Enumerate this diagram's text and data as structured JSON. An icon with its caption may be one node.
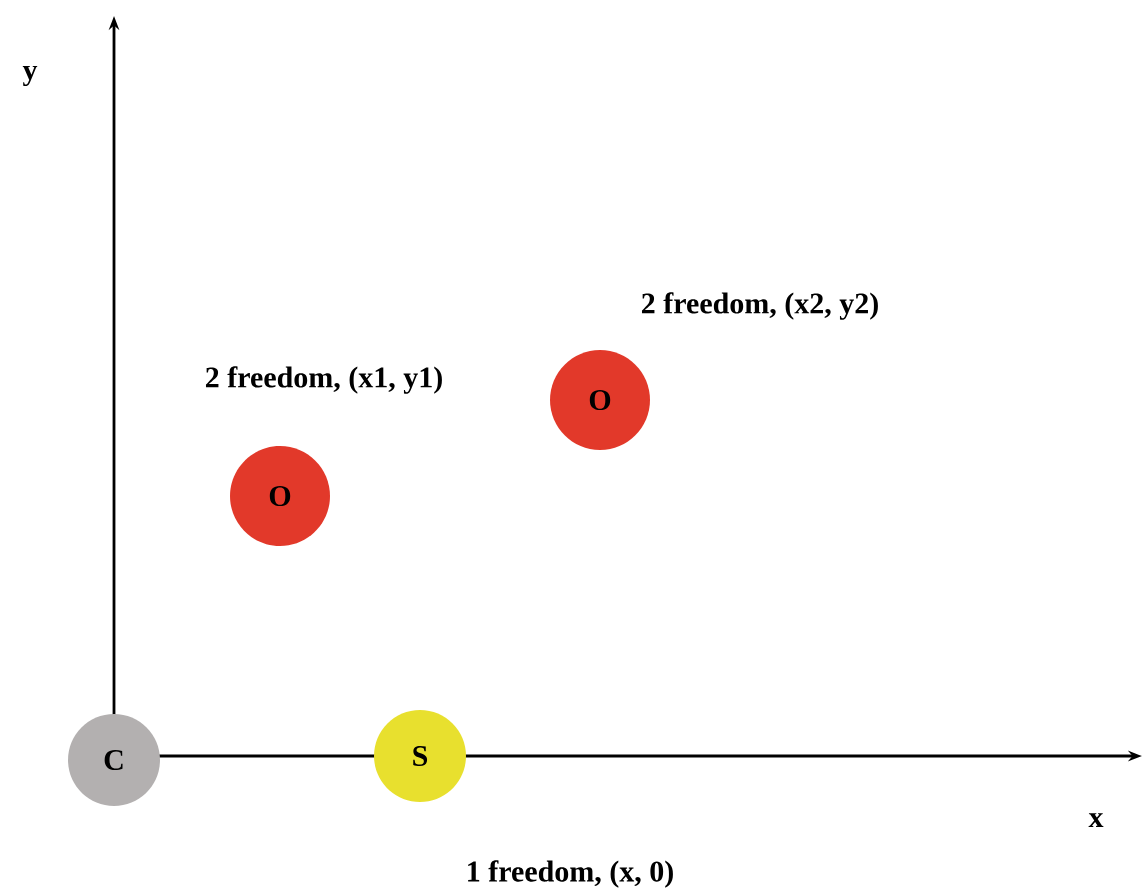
{
  "diagram": {
    "nodes": [
      {
        "text": [
          "O"
        ],
        "beside": [
          "2 freedom, (x2, y2)"
        ]
      },
      {
        "text": [
          "O"
        ],
        "beside": [
          "2 freedom, (x1, y1)"
        ]
      },
      {
        "text": [
          "C"
        ]
      },
      {
        "text": [
          "S"
        ],
        "beside": [
          "1 freedom, (x, 0)"
        ]
      }
    ],
    "labels": [
      "y",
      "x"
    ]
  }
}
